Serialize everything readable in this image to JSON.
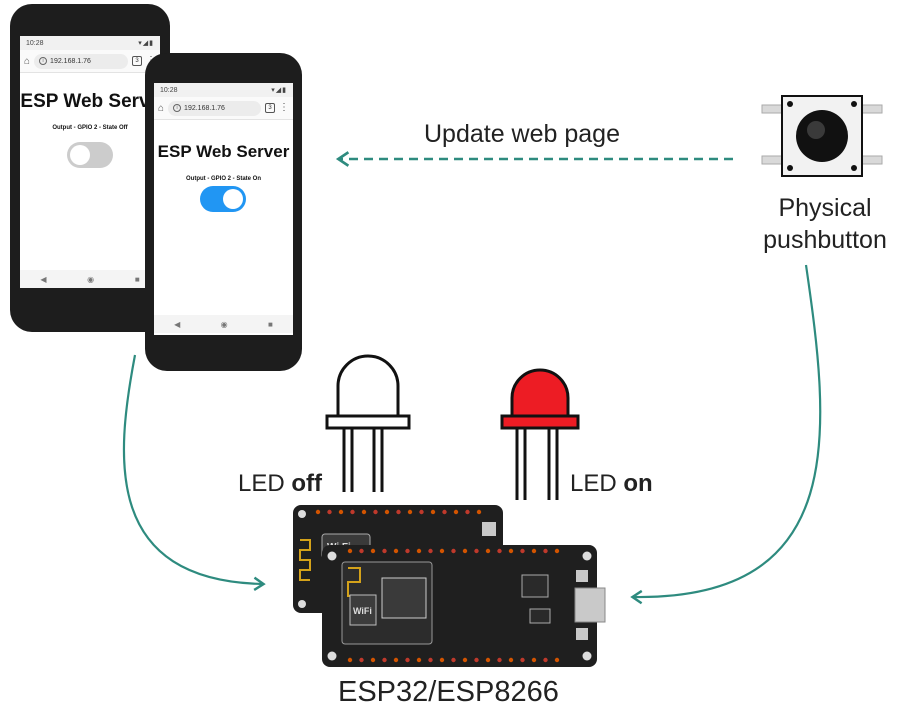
{
  "phones": [
    {
      "time": "10:28",
      "url": "192.168.1.76",
      "tab_count": "3",
      "title": "ESP Web Server",
      "output_text": "Output - GPIO 2 - State Off",
      "toggle_state": "off",
      "nav": [
        "◀",
        "◉",
        "■"
      ]
    },
    {
      "time": "10:28",
      "url": "192.168.1.76",
      "tab_count": "3",
      "title": "ESP Web Server",
      "output_text": "Output - GPIO 2 - State On",
      "toggle_state": "on",
      "nav": [
        "◀",
        "◉",
        "■"
      ]
    }
  ],
  "labels": {
    "update": "Update web page",
    "physical_line1": "Physical",
    "physical_line2": "pushbutton",
    "led_off_prefix": "LED ",
    "led_off_state": "off",
    "led_on_prefix": "LED ",
    "led_on_state": "on",
    "board": "ESP32/ESP8266"
  },
  "colors": {
    "arrow": "#2e8b7f",
    "led_on": "#ed1c24",
    "toggle_on": "#2196f3",
    "toggle_off": "#cccccc",
    "board": "#1f1f1f"
  }
}
